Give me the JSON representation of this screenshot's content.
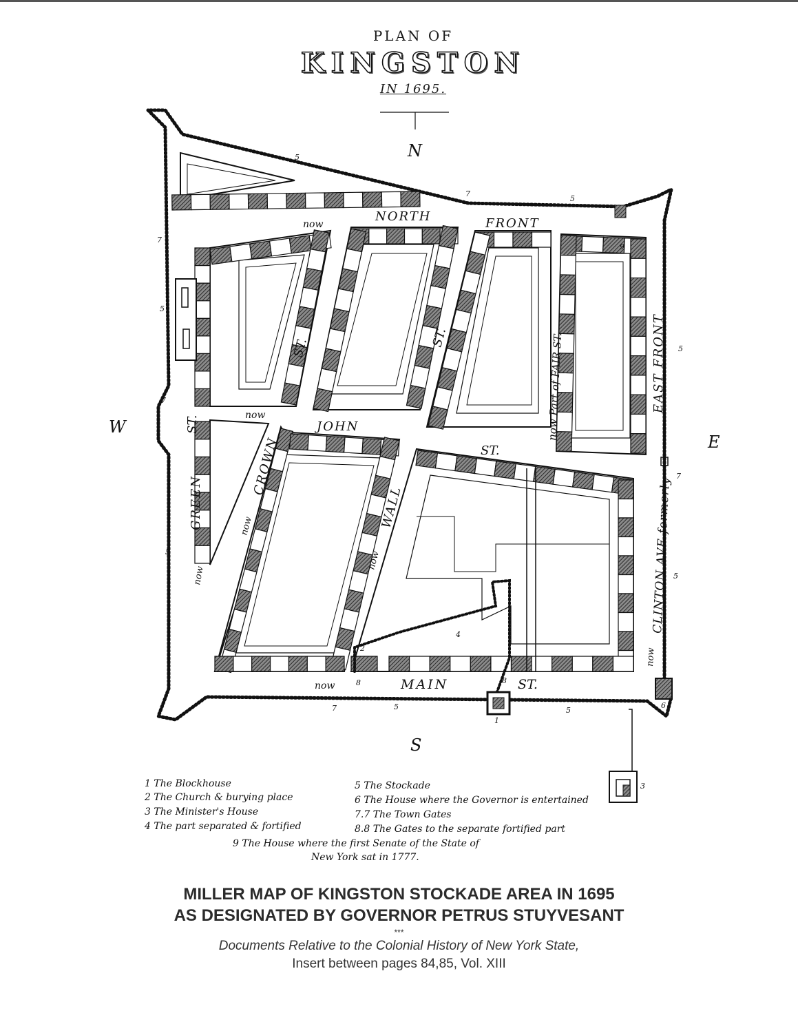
{
  "title": {
    "line1": "PLAN OF",
    "line2": "KINGSTON",
    "line3": "IN 1695."
  },
  "compass": {
    "north": "N",
    "south": "S",
    "east": "E",
    "west": "W"
  },
  "streets": {
    "north_front": "NORTH FRONT",
    "north": "NORTH",
    "front": "FRONT",
    "now_top": "now",
    "crown_st_upper": "ST.",
    "wall_st_upper": "ST.",
    "fair_st": "now Part of FAIR ST.",
    "east_front": "EAST FRONT",
    "john": "JOHN",
    "john_st": "ST.",
    "now_john": "now",
    "green_st_upper": "ST.",
    "green": "GREEN",
    "now_green": "now",
    "crown": "CROWN",
    "now_crown": "now",
    "wall": "WALL",
    "now_wall": "now",
    "clinton": "CLINTON AVE formerly",
    "now_clinton": "now",
    "main": "MAIN",
    "main_st": "ST.",
    "now_main": "now"
  },
  "map_numbers": {
    "n5_top": "5",
    "n7_top": "7",
    "n5_topright": "5",
    "n7_left": "7",
    "n5_left": "5",
    "n7_westgate": "7",
    "n5_leftlow": "5",
    "n9": "9",
    "n5_right": "5",
    "n7_east": "7",
    "n5_rightlow": "5",
    "n4": "4",
    "n2": "2",
    "n8a": "8",
    "n8b": "8",
    "n7_south": "7",
    "n5_south1": "5",
    "n1": "1",
    "n5_south2": "5",
    "n6": "6",
    "n3": "3"
  },
  "legend": {
    "item1": "1 The Blockhouse",
    "item2": "2 The Church & burying place",
    "item3": "3 The Minister's House",
    "item4": "4 The part separated & fortified",
    "item5": "5 The Stockade",
    "item6": "6 The House where the Governor is entertained",
    "item7": "7.7 The Town Gates",
    "item8": "8.8 The Gates to the separate fortified part",
    "item9a": "9 The House where the first Senate of the State of",
    "item9b": "New York sat in 1777."
  },
  "caption": {
    "line1": "MILLER MAP OF KINGSTON STOCKADE AREA IN 1695",
    "line2": "AS DESIGNATED BY GOVERNOR PETRUS STUYVESANT",
    "stars": "***",
    "source": "Documents Relative to the Colonial History of New York State,",
    "insert": "Insert between pages 84,85, Vol. XIII"
  }
}
